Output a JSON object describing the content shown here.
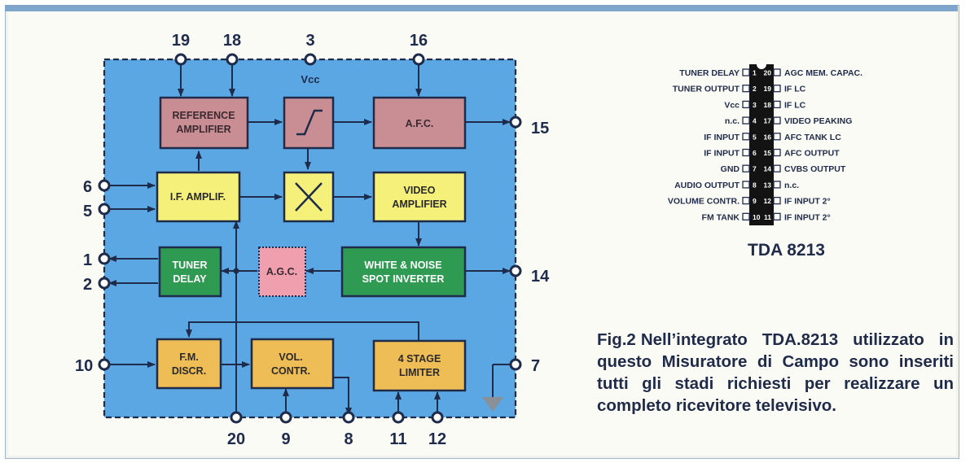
{
  "diagram": {
    "pins": {
      "p19": "19",
      "p18": "18",
      "p3": "3",
      "p16": "16",
      "p15": "15",
      "p6": "6",
      "p5": "5",
      "p1": "1",
      "p2": "2",
      "p14": "14",
      "p10": "10",
      "p7": "7",
      "p20": "20",
      "p9": "9",
      "p8": "8",
      "p11": "11",
      "p12": "12"
    },
    "vcc_label": "Vcc",
    "blocks": {
      "ref_amp": [
        "REFERENCE",
        "AMPLIFIER"
      ],
      "afc": "A.F.C.",
      "if_amp": "I.F. AMPLIF.",
      "video_amp": [
        "VIDEO",
        "AMPLIFIER"
      ],
      "tuner_delay": [
        "TUNER",
        "DELAY"
      ],
      "agc": "A.G.C.",
      "white_noise": [
        "WHITE & NOISE",
        "SPOT INVERTER"
      ],
      "fm_discr": [
        "F.M.",
        "DISCR."
      ],
      "vol_contr": [
        "VOL.",
        "CONTR."
      ],
      "limiter": [
        "4 STAGE",
        "LIMITER"
      ]
    },
    "colors": {
      "panel": "#5ba7e3",
      "pink": "#c98e93",
      "pink_light": "#ef9fae",
      "yellow": "#f4f07a",
      "green": "#2f9a52",
      "orange": "#efbd56",
      "line": "#1e2b4a"
    }
  },
  "chip": {
    "title": "TDA 8213",
    "left_pins": [
      {
        "num": "1",
        "label": "TUNER DELAY"
      },
      {
        "num": "2",
        "label": "TUNER OUTPUT"
      },
      {
        "num": "3",
        "label": "Vcc"
      },
      {
        "num": "4",
        "label": "n.c."
      },
      {
        "num": "5",
        "label": "IF  INPUT"
      },
      {
        "num": "6",
        "label": "IF  INPUT"
      },
      {
        "num": "7",
        "label": "GND"
      },
      {
        "num": "8",
        "label": "AUDIO OUTPUT"
      },
      {
        "num": "9",
        "label": "VOLUME CONTR."
      },
      {
        "num": "10",
        "label": "FM TANK"
      }
    ],
    "right_pins": [
      {
        "num": "20",
        "label": "AGC MEM. CAPAC."
      },
      {
        "num": "19",
        "label": "IF LC"
      },
      {
        "num": "18",
        "label": "IF LC"
      },
      {
        "num": "17",
        "label": "VIDEO PEAKING"
      },
      {
        "num": "16",
        "label": "AFC TANK LC"
      },
      {
        "num": "15",
        "label": "AFC OUTPUT"
      },
      {
        "num": "14",
        "label": "CVBS OUTPUT"
      },
      {
        "num": "13",
        "label": "n.c."
      },
      {
        "num": "12",
        "label": "IF  INPUT 2°"
      },
      {
        "num": "11",
        "label": "IF  INPUT 2°"
      }
    ]
  },
  "caption": {
    "label": "Fig.2",
    "text": "Nell’integrato TDA.8213 utilizzato in questo Misuratore di Campo sono inseriti tutti gli stadi richiesti per realizzare un completo ricevitore televisivo."
  }
}
